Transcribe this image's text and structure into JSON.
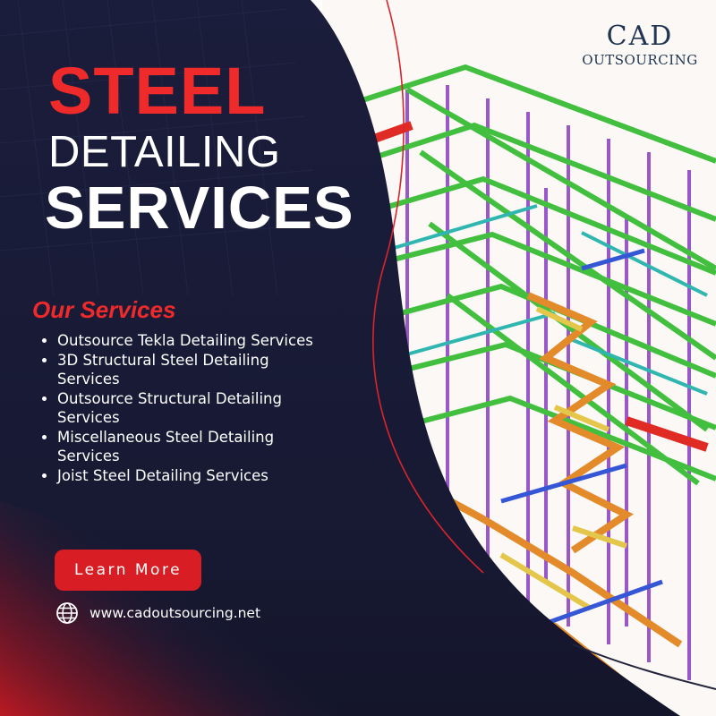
{
  "brand": {
    "name": "CAD",
    "tagline": "OUTSOURCING"
  },
  "hero": {
    "line1": "STEEL",
    "line2": "DETAILING",
    "line3": "SERVICES"
  },
  "services": {
    "title": "Our Services",
    "items": [
      "Outsource Tekla Detailing Services",
      "3D Structural Steel Detailing Services",
      "Outsource Structural Detailing Services",
      "Miscellaneous Steel Detailing Services",
      "Joist Steel Detailing Services"
    ]
  },
  "cta": {
    "label": "Learn More"
  },
  "website": {
    "url": "www.cadoutsourcing.net",
    "icon": "globe-icon"
  },
  "colors": {
    "accent_red": "#ee2a2a",
    "button_red": "#d81e24",
    "navy": "#191c38",
    "brand_blue": "#1f3551"
  }
}
